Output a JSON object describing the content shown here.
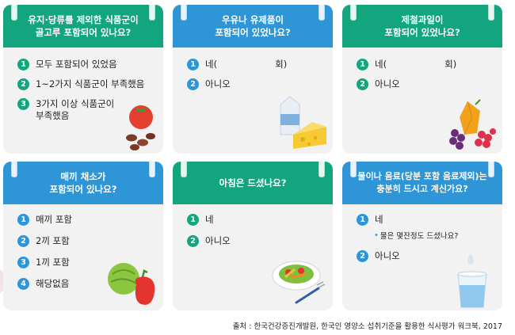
{
  "cards": [
    {
      "title": "유지·당류를 제외한 식품군이\n골고루 포함되어 있나요?",
      "options": [
        {
          "num": "1",
          "label": "모두 포함되어 있었음"
        },
        {
          "num": "2",
          "label": "1~2가지 식품군이 부족했음"
        },
        {
          "num": "3",
          "label": "3가지 이상 식품군이\n부족했음"
        }
      ],
      "illustration": "tomato-beans-icon"
    },
    {
      "title": "우유나 유제품이\n포함되어 있었나요?",
      "options": [
        {
          "num": "1",
          "label": "네(                    회)"
        },
        {
          "num": "2",
          "label": "아니오"
        }
      ],
      "illustration": "milk-cheese-icon"
    },
    {
      "title": "제철과일이\n포함되어 있었나요?",
      "options": [
        {
          "num": "1",
          "label": "네(                    회)"
        },
        {
          "num": "2",
          "label": "아니오"
        }
      ],
      "illustration": "fruit-icon"
    },
    {
      "title": "매끼 채소가\n포함되어 있나요?",
      "options": [
        {
          "num": "1",
          "label": "매끼 포함"
        },
        {
          "num": "2",
          "label": "2끼 포함"
        },
        {
          "num": "3",
          "label": "1끼 포함"
        },
        {
          "num": "4",
          "label": "해당없음"
        }
      ],
      "illustration": "vegetables-icon"
    },
    {
      "title": "아침은 드셨나요?",
      "options": [
        {
          "num": "1",
          "label": "네"
        },
        {
          "num": "2",
          "label": "아니오"
        }
      ],
      "illustration": "salad-plate-icon"
    },
    {
      "title": "물이나 음료(당분 포함 음료제외)는\n충분히 드시고 계신가요?",
      "options": [
        {
          "num": "1",
          "label": "네"
        },
        {
          "num": "2",
          "label": "아니오"
        }
      ],
      "subnote": "물은 몇잔정도 드셨나요?",
      "illustration": "water-glass-icon"
    }
  ],
  "source": "출처 : 한국건강증진개발원, 한국인 영양소 섭취기준을 활용한 식사평가 워크북, 2017",
  "colors": {
    "green": "#13a57e",
    "blue": "#2e95d6",
    "card_bg": "#f2f2f2"
  }
}
